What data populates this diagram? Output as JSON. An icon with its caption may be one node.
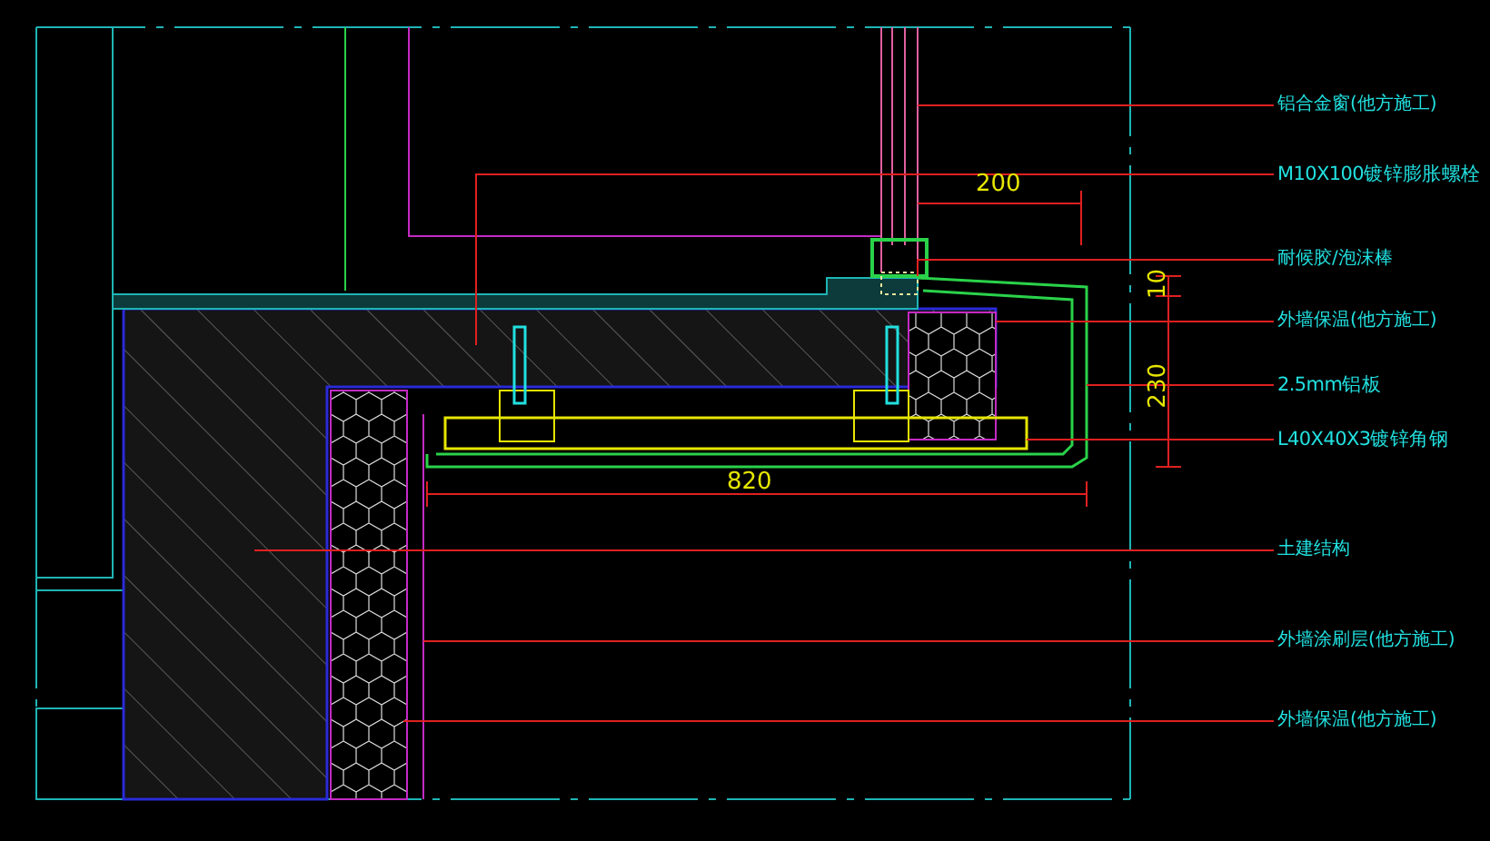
{
  "diagram": {
    "nodes": [
      {
        "text": [
          "铝合金窗(他方施工)"
        ]
      },
      {
        "text": [
          "M10X100镀锌膨胀螺栓"
        ]
      },
      {
        "text": [
          "耐候胶/泡沫棒"
        ]
      },
      {
        "text": [
          "外墙保温(他方施工)"
        ]
      },
      {
        "text": [
          "2.5mm铝板"
        ]
      },
      {
        "text": [
          "L40X40X3镀锌角钢"
        ]
      },
      {
        "text": [
          "土建结构"
        ]
      },
      {
        "text": [
          "外墙涂刷层(他方施工)"
        ]
      },
      {
        "text": [
          "外墙保温(他方施工)"
        ]
      }
    ],
    "edges": [
      {
        "from": 0,
        "to": null,
        "arrow": "none"
      },
      {
        "from": 1,
        "to": null,
        "arrow": "none"
      },
      {
        "from": 2,
        "to": null,
        "arrow": "none"
      },
      {
        "from": 3,
        "to": null,
        "arrow": "none"
      },
      {
        "from": 4,
        "to": null,
        "arrow": "none"
      },
      {
        "from": 5,
        "to": null,
        "arrow": "none"
      },
      {
        "from": 6,
        "to": null,
        "arrow": "none"
      },
      {
        "from": 7,
        "to": null,
        "arrow": "none"
      },
      {
        "from": 8,
        "to": null,
        "arrow": "none"
      }
    ],
    "labels": [
      "200",
      "10",
      "230",
      "820"
    ]
  }
}
